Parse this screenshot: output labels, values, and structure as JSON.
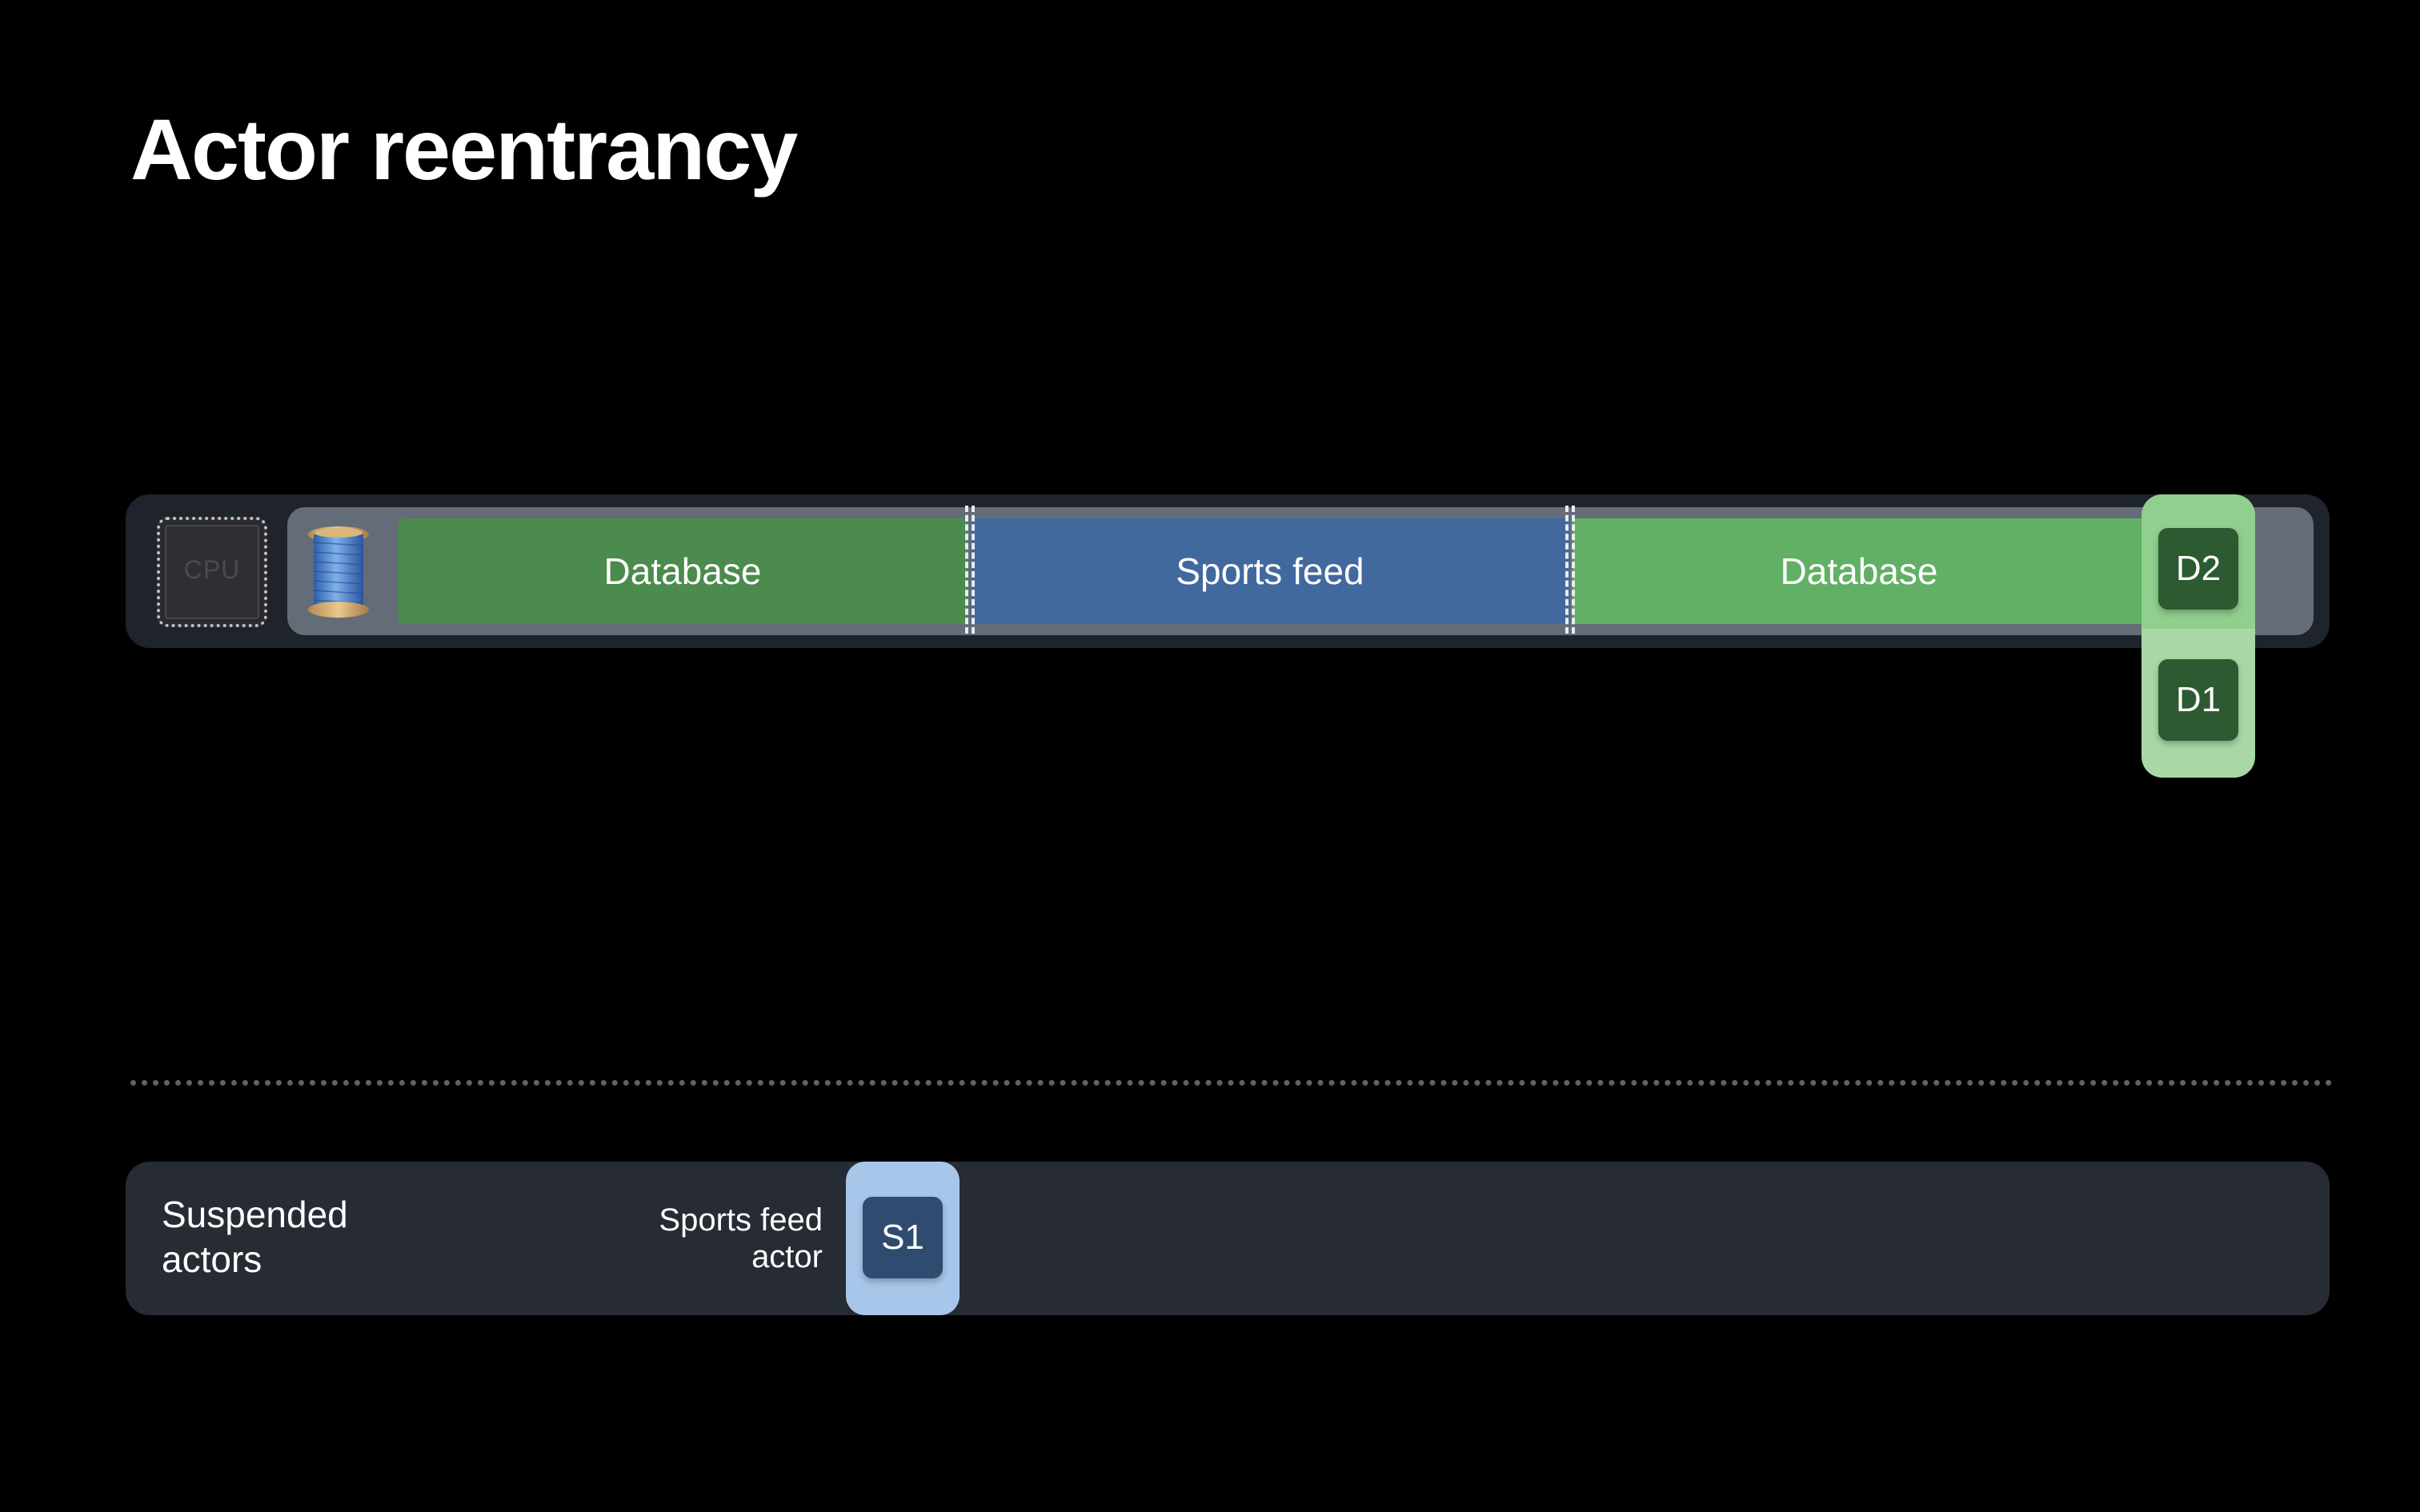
{
  "title": "Actor reentrancy",
  "cpu": {
    "label": "CPU",
    "icon": "cpu-chip-icon"
  },
  "thread": {
    "icon": "thread-spool-icon"
  },
  "timeline": [
    {
      "label": "Database",
      "color": "#4b8b4e"
    },
    {
      "label": "Sports feed",
      "color": "#41699e"
    },
    {
      "label": "Database",
      "color": "#62b065"
    }
  ],
  "database_queue": {
    "color": "#a9d8a6",
    "tasks": [
      "D2",
      "D1"
    ]
  },
  "suspended": {
    "label": "Suspended\nactors",
    "actors": [
      {
        "label": "Sports feed\nactor",
        "tasks": [
          "S1"
        ],
        "color": "#a8c6ea"
      }
    ]
  }
}
